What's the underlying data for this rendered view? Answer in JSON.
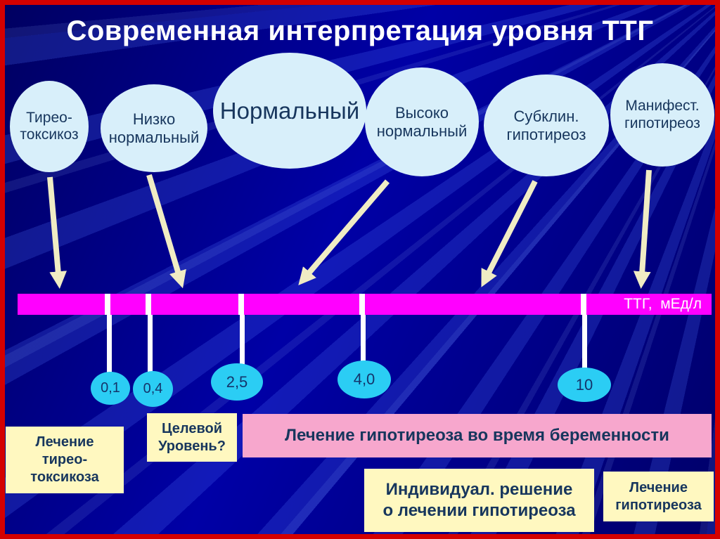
{
  "title": "Современная интерпретация уровня ТТГ",
  "colors": {
    "background_blue": "#000078",
    "frame_red": "#d40000",
    "bubble_fill": "#d8effa",
    "bubble_text": "#17365d",
    "arrow_cream": "#f0ecc4",
    "bar_magenta": "#ff00ff",
    "value_cyan": "#2bcdf4",
    "note_cream": "#fff8c0",
    "note_pink": "#f7a7cd",
    "title_text": "#ffffff"
  },
  "bubbles": [
    {
      "label": "Тирео-\nтоксикоз"
    },
    {
      "label": "Низко\nнормальный"
    },
    {
      "label": "Нормальный"
    },
    {
      "label": "Высоко\nнормальный"
    },
    {
      "label": "Субклин.\nгипотиреоз"
    },
    {
      "label": "Манифест.\nгипотиреоз"
    }
  ],
  "scale": {
    "axis_label": "ТТГ,  мЕд/л",
    "ticks": [
      "0,1",
      "0,4",
      "2,5",
      "4,0",
      "10"
    ]
  },
  "notes": {
    "thyrotoxicosis": "Лечение\nтирео-\nтоксикоза",
    "target_level": "Целевой\nУровень?",
    "pregnancy": "Лечение гипотиреоза во время беременности",
    "individual": "Индивидуал. решение\nо лечении гипотиреоза",
    "hypothyroidism": "Лечение\nгипотиреоза"
  }
}
